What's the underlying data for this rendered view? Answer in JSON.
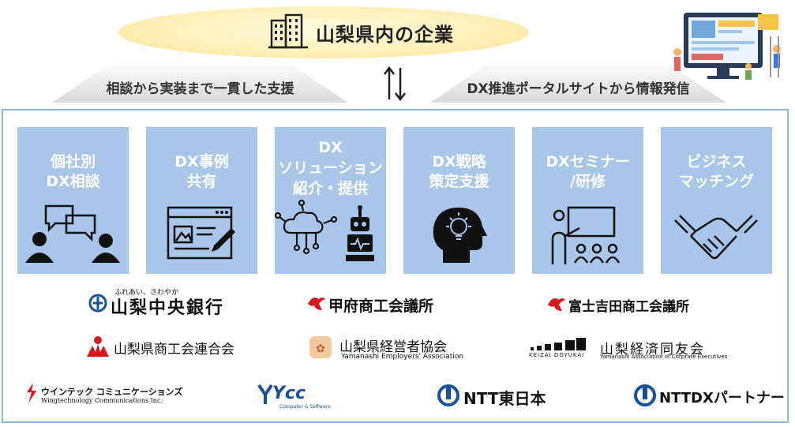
{
  "header": {
    "company_title": "山梨県内の企業",
    "left_banner": "相談から実装まで一貫した支援",
    "right_banner": "DX推進ポータルサイトから情報発信"
  },
  "cards": [
    {
      "line1": "個社別",
      "line2": "DX相談",
      "line3": "",
      "icon": "consultation-icon"
    },
    {
      "line1": "DX事例",
      "line2": "共有",
      "line3": "",
      "icon": "web-document-icon"
    },
    {
      "line1": "DX",
      "line2": "ソリューション",
      "line3": "紹介・提供",
      "icon": "cloud-robot-icon"
    },
    {
      "line1": "DX戦略",
      "line2": "策定支援",
      "line3": "",
      "icon": "idea-head-icon"
    },
    {
      "line1": "DXセミナー",
      "line2": "/研修",
      "line3": "",
      "icon": "lecture-icon"
    },
    {
      "line1": "ビジネス",
      "line2": "マッチング",
      "line3": "",
      "icon": "handshake-icon"
    }
  ],
  "logos": {
    "chuo_bank_small": "ふれあい、さわやか",
    "chuo_bank": "山梨中央銀行",
    "kofu_chamber": "甲府商工会議所",
    "fujiyoshida_chamber": "富士吉田商工会議所",
    "federation": "山梨県商工会連合会",
    "employers": "山梨県経営者協会",
    "employers_en": "Yamanashi Employers' Association",
    "doyukai_mark": "KEIZAI DOYUKAI",
    "doyukai": "山梨経済同友会",
    "doyukai_en": "Yamanashi Association of Corprate Executives",
    "wingtech": "ウインテック コミュニケーションズ",
    "wingtech_en": "Wingtechnology Communications Inc.",
    "ycc": "Ycc",
    "ycc_sub": "Computer & Software",
    "ntt_east": "NTT東日本",
    "ntt_dx": "NTTDXパートナー"
  },
  "colors": {
    "card_bg": "#a9c6e8",
    "frame_border": "#8fb4dc",
    "ellipse": "#fff1b8",
    "red_logo": "#d7191f",
    "blue_logo": "#1a4f9c"
  }
}
